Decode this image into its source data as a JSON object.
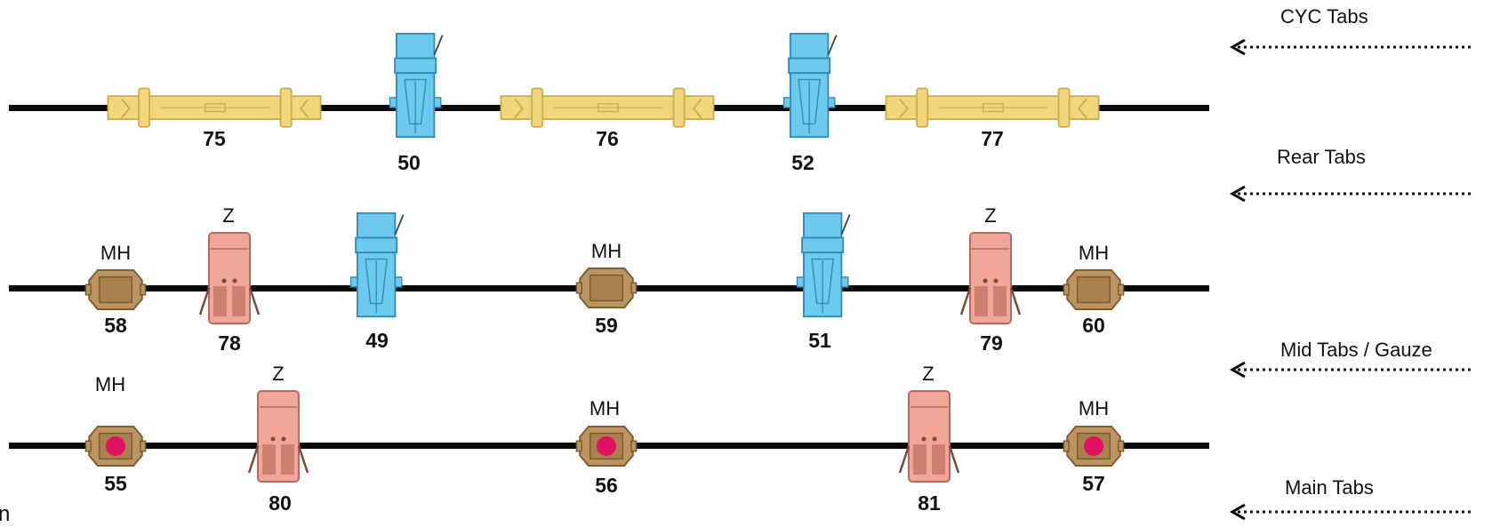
{
  "positions": {
    "cyc": "CYC Tabs",
    "rear": "Rear Tabs",
    "mid": "Mid Tabs / Gauze",
    "main": "Main Tabs"
  },
  "fixture_types": {
    "moving_head": "MH",
    "zoom_profile": "Z"
  },
  "rows": {
    "cyc": {
      "cyc_lights": [
        "75",
        "76",
        "77"
      ],
      "washes": [
        "50",
        "52"
      ]
    },
    "rear": {
      "moving_heads": [
        "58",
        "59",
        "60"
      ],
      "zooms": [
        "78",
        "79"
      ],
      "washes": [
        "49",
        "51"
      ]
    },
    "main": {
      "moving_heads": [
        "55",
        "56",
        "57"
      ],
      "zooms": [
        "80",
        "81"
      ]
    }
  },
  "cropped_text": "n",
  "colors": {
    "cyc_fixture": "#f1d77a",
    "wash_fixture": "#6ec9ee",
    "zoom_fixture": "#f1a698",
    "moving_head": "#bc9460",
    "moving_head_dot": "#e0115f",
    "pipe": "#0a0a0a"
  },
  "icons": [
    "dotted-arrow-left-icon",
    "cyc-light-icon",
    "wash-light-icon",
    "zoom-profile-icon",
    "moving-head-icon"
  ]
}
